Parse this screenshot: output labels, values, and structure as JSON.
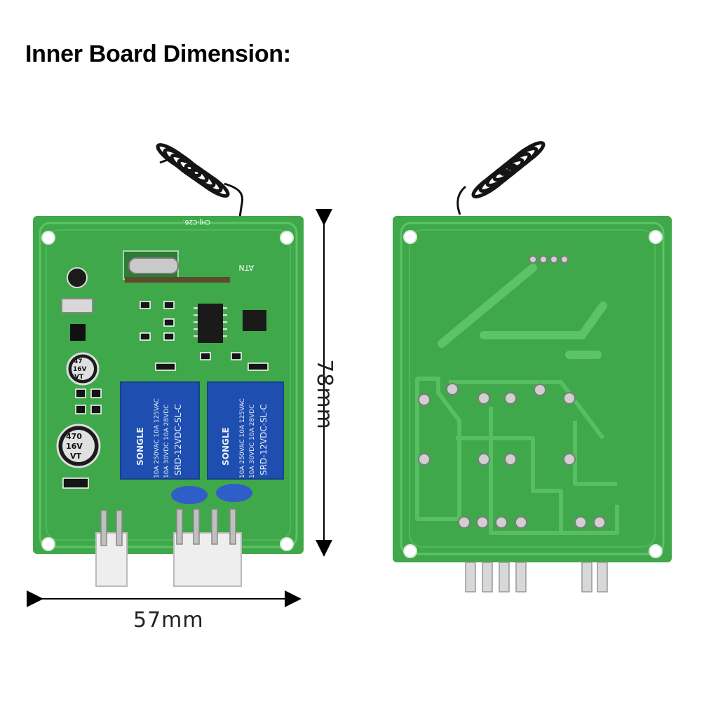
{
  "title": "Inner Board Dimension:",
  "dimensions": {
    "height_label": "78mm",
    "width_label": "57mm"
  },
  "front_board": {
    "silk_top": "CHJ-C26.",
    "antenna_label": "ATN",
    "relays": [
      {
        "brand": "SONGLE",
        "rating_1": "10A 250VAC  10A 125VAC",
        "rating_2": "10A 30VDC  10A 28VDC",
        "model": "SRD-12VDC-SL-C"
      },
      {
        "brand": "SONGLE",
        "rating_1": "10A 250VAC  10A 125VAC",
        "rating_2": "10A 30VDC  10A 28VDC",
        "model": "SRD-12VDC-SL-C"
      }
    ],
    "capacitors": [
      {
        "value": "47",
        "voltage": "16V",
        "series": "VT"
      },
      {
        "value": "470",
        "voltage": "16V",
        "series": "VT"
      }
    ]
  },
  "colors": {
    "pcb": "#3fa84a",
    "pcb_edge": "#2f8f3a",
    "trace": "#58c063",
    "relay": "#1e4fb0",
    "connector": "#eeeeee",
    "blue_cap": "#2f5ec9"
  },
  "icons": {
    "arrow": "double-headed-dimension-arrow",
    "antenna": "coil-spring-antenna"
  }
}
